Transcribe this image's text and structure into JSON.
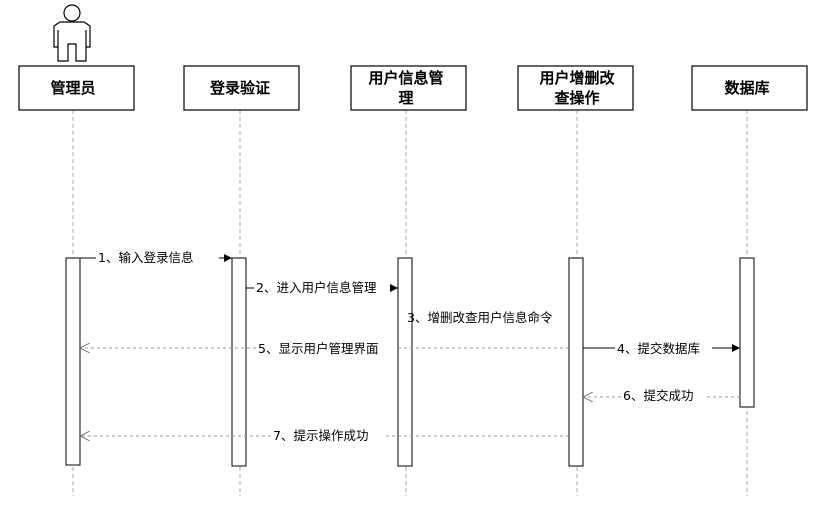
{
  "diagram": {
    "type": "sequence",
    "actor": {
      "participant": "admin",
      "icon": "stick-figure-icon"
    },
    "participants": [
      {
        "id": "admin",
        "lines": [
          "管理员"
        ]
      },
      {
        "id": "login",
        "lines": [
          "登录验证"
        ]
      },
      {
        "id": "user_mgmt",
        "lines": [
          "用户信息管",
          "理"
        ]
      },
      {
        "id": "crud",
        "lines": [
          "用户增删改",
          "查操作"
        ]
      },
      {
        "id": "db",
        "lines": [
          "数据库"
        ]
      }
    ],
    "messages": [
      {
        "from": "admin",
        "to": "login",
        "label": "1、输入登录信息",
        "style": "solid"
      },
      {
        "from": "login",
        "to": "user_mgmt",
        "label": "2、进入用户信息管理",
        "style": "solid"
      },
      {
        "from": "user_mgmt",
        "to": "crud",
        "label": "3、增删改查用户信息命令",
        "style": "solid"
      },
      {
        "from": "crud",
        "to": "admin",
        "label": "5、显示用户管理界面",
        "style": "dashed"
      },
      {
        "from": "crud",
        "to": "db",
        "label": "4、提交数据库",
        "style": "solid"
      },
      {
        "from": "db",
        "to": "crud",
        "label": "6、提交成功",
        "style": "dashed"
      },
      {
        "from": "crud",
        "to": "admin",
        "label": "7、提示操作成功",
        "style": "dashed"
      }
    ],
    "colors": {
      "line": "#000000",
      "dashed": "#999999",
      "lifeline": "#aaaaaa",
      "box_fill": "#ffffff"
    }
  }
}
